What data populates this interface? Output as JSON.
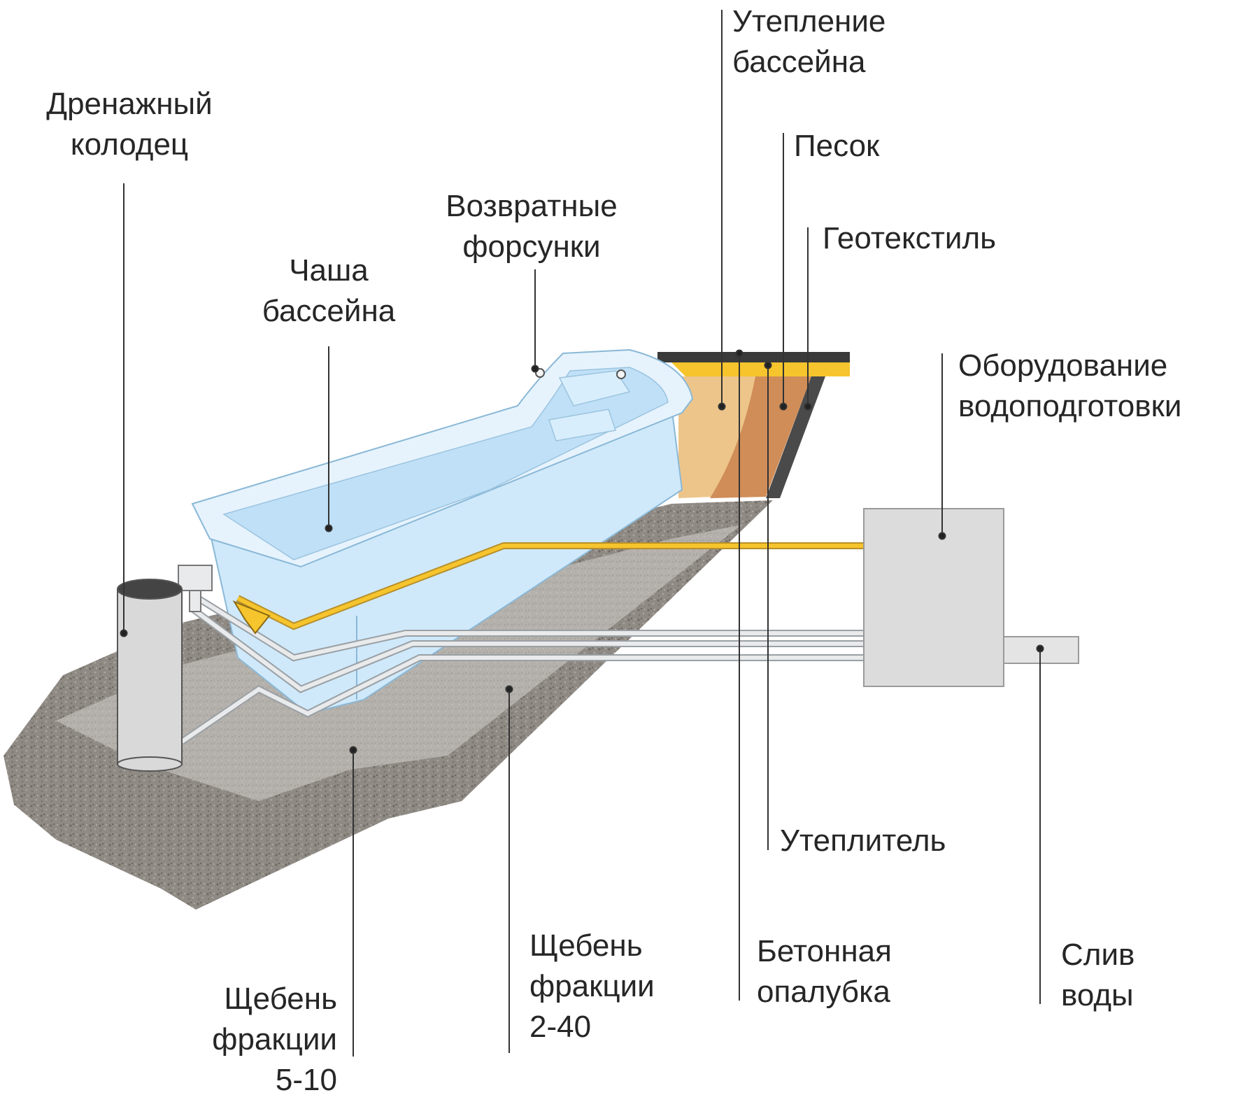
{
  "labels": {
    "drain_well": "Дренажный\nколодец",
    "pool_bowl": "Чаша\nбассейна",
    "return_nozzles": "Возвратные\nфорсунки",
    "pool_insulation": "Утепление\nбассейна",
    "sand": "Песок",
    "geotextile": "Геотекстиль",
    "water_treatment": "Оборудование\nводоподготовки",
    "insulation": "Утеплитель",
    "concrete_formwork": "Бетонная\nопалубка",
    "water_drain": "Слив\nводы",
    "gravel_2_40": "Щебень\nфракции\n2-40",
    "gravel_5_10": "Щебень\nфракции\n5-10"
  },
  "colors": {
    "pool_water": "#cfe9fb",
    "pool_rim": "#e6f3fd",
    "pool_outline": "#8ab8d6",
    "gravel_coarse": "#8f8a84",
    "gravel_fine": "#b4b0ab",
    "sand": "#edc58a",
    "insulation_layer": "#d08d58",
    "geotextile": "#4a4a4a",
    "yellow_pipe": "#f6c42c",
    "equipment": "#dcdcdc",
    "leader_line": "#333333"
  },
  "icons": [
    "drain-well-icon",
    "skimmer-icon",
    "pipe-icon"
  ]
}
